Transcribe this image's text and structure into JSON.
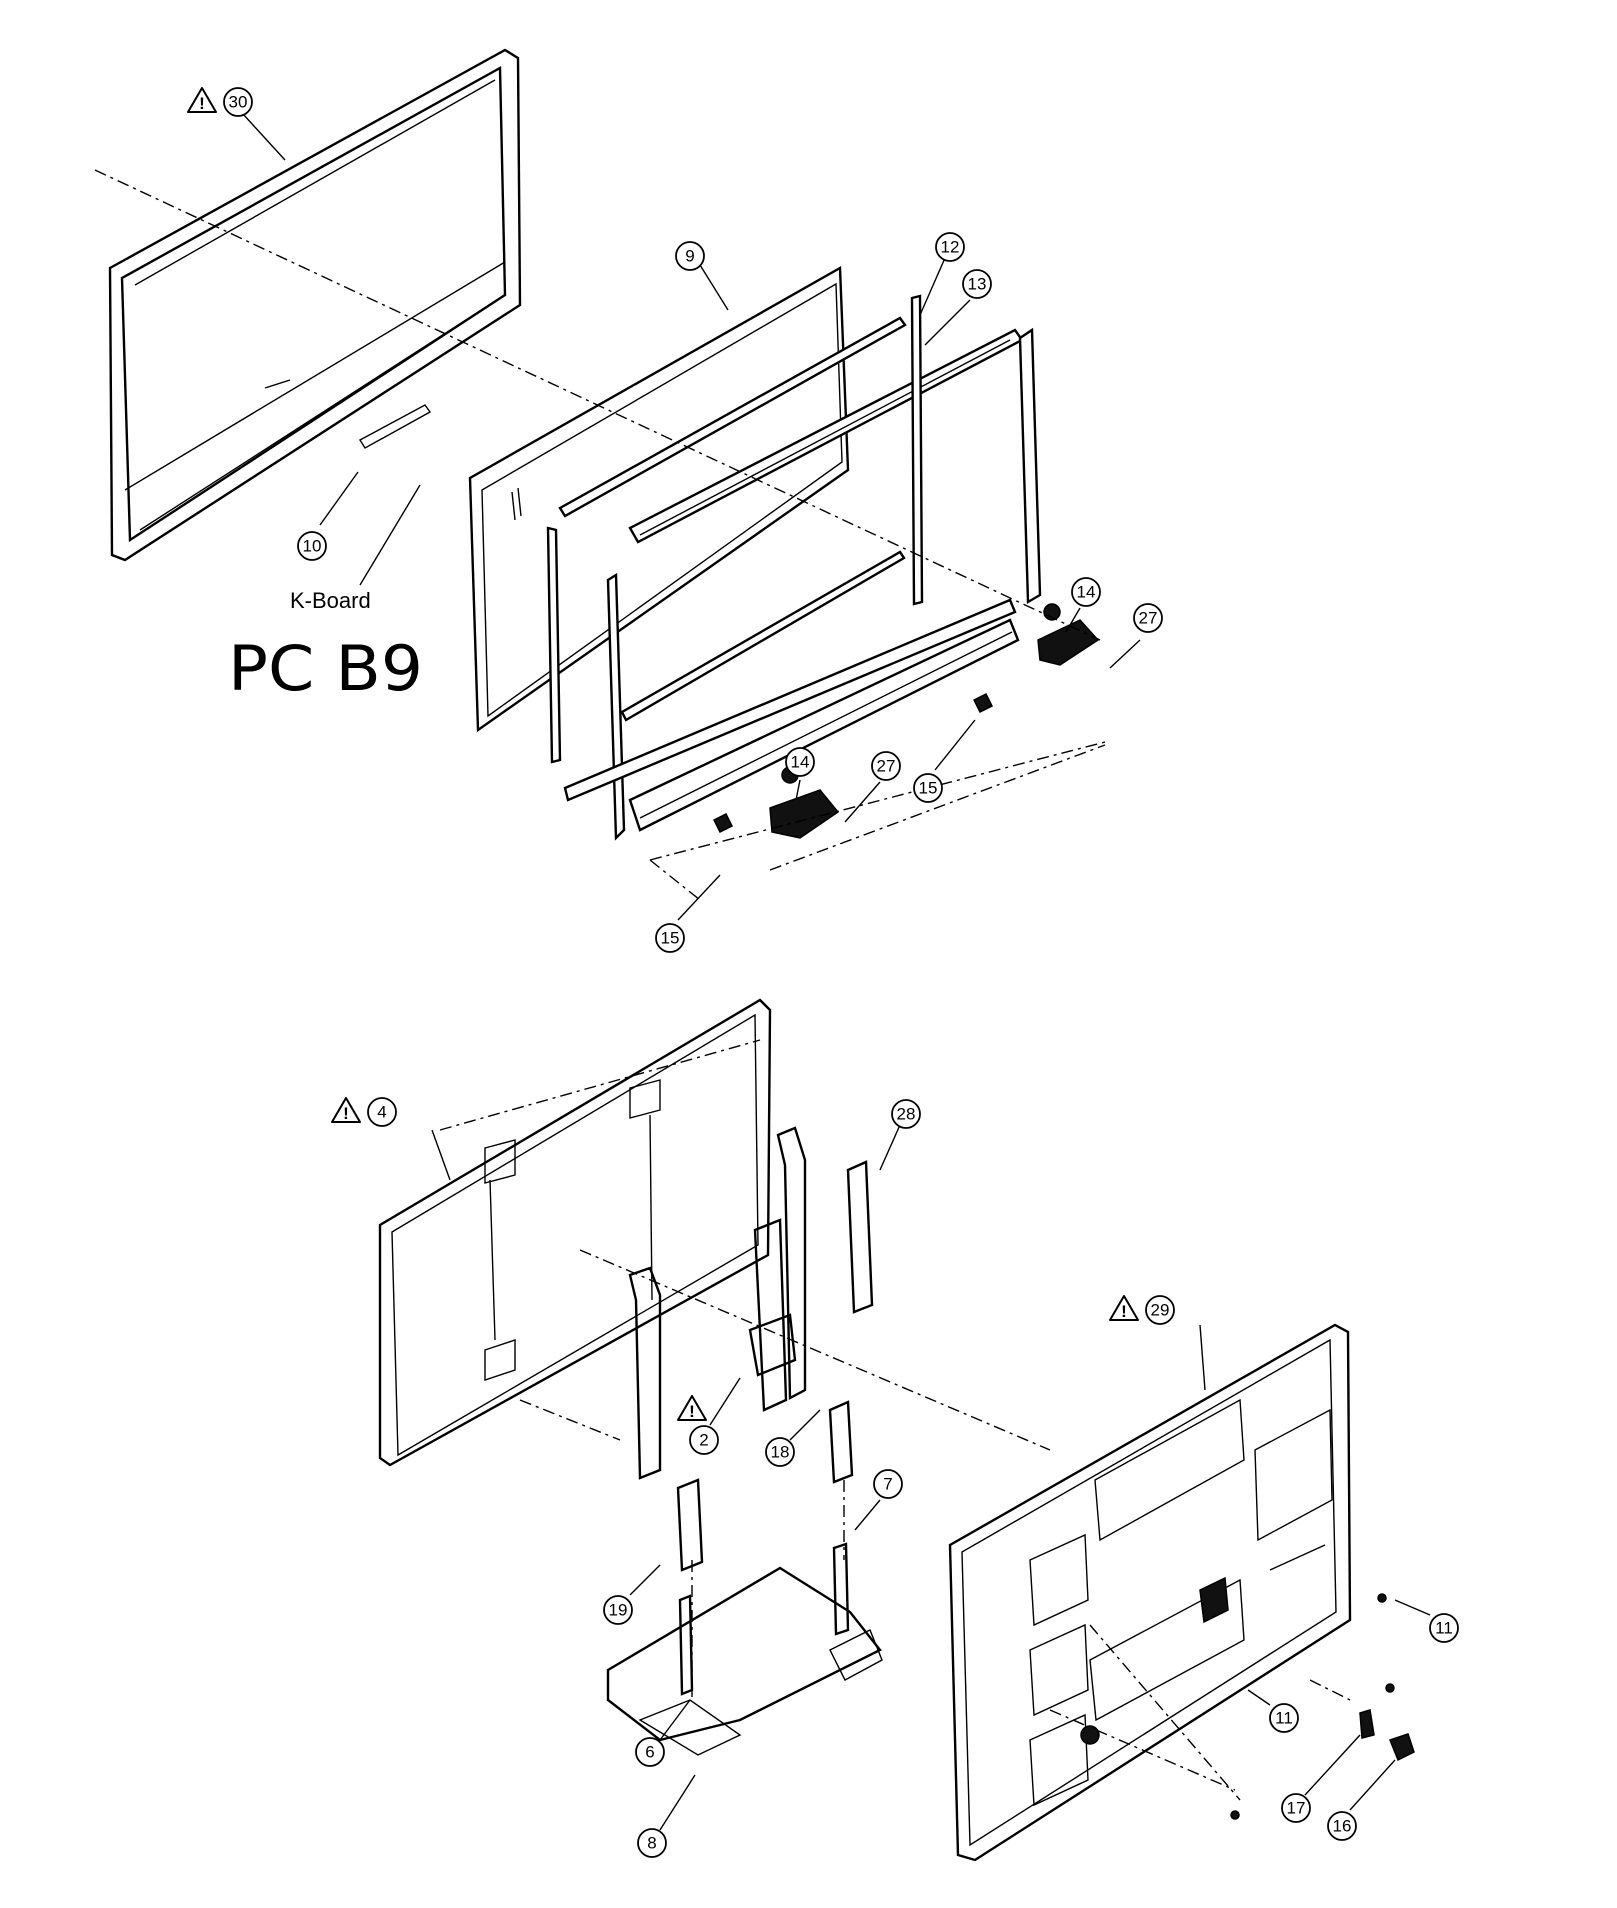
{
  "callouts": [
    {
      "id": "30",
      "warning": true
    },
    {
      "id": "9",
      "warning": false
    },
    {
      "id": "12",
      "warning": false
    },
    {
      "id": "13",
      "warning": false
    },
    {
      "id": "10",
      "warning": false
    },
    {
      "id": "14",
      "warning": false
    },
    {
      "id": "27",
      "warning": false
    },
    {
      "id": "15",
      "warning": false
    },
    {
      "id": "4",
      "warning": true
    },
    {
      "id": "28",
      "warning": false
    },
    {
      "id": "29",
      "warning": true
    },
    {
      "id": "2",
      "warning": true
    },
    {
      "id": "7",
      "warning": false
    },
    {
      "id": "18",
      "warning": false
    },
    {
      "id": "19",
      "warning": false
    },
    {
      "id": "11",
      "warning": false
    },
    {
      "id": "6",
      "warning": false
    },
    {
      "id": "8",
      "warning": false
    },
    {
      "id": "17",
      "warning": false
    },
    {
      "id": "16",
      "warning": false
    }
  ],
  "labels": {
    "k_board": "K-Board",
    "handwritten": "PC B9"
  },
  "warning_symbol": "!"
}
